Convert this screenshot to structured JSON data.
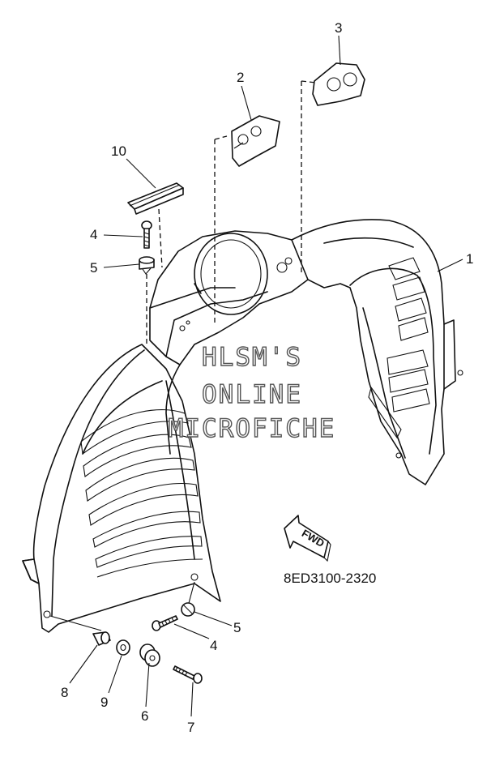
{
  "diagram": {
    "part_number": "8ED3100-2320",
    "watermark": [
      "HLSM'S",
      "ONLINE",
      "MICROFICHE"
    ],
    "direction_label": "FWD",
    "callouts": [
      {
        "id": "c1",
        "label": "1"
      },
      {
        "id": "c2",
        "label": "2"
      },
      {
        "id": "c3",
        "label": "3"
      },
      {
        "id": "c4a",
        "label": "4"
      },
      {
        "id": "c4b",
        "label": "4"
      },
      {
        "id": "c5a",
        "label": "5"
      },
      {
        "id": "c5b",
        "label": "5"
      },
      {
        "id": "c6",
        "label": "6"
      },
      {
        "id": "c7",
        "label": "7"
      },
      {
        "id": "c8",
        "label": "8"
      },
      {
        "id": "c9",
        "label": "9"
      },
      {
        "id": "c10",
        "label": "10"
      }
    ]
  }
}
